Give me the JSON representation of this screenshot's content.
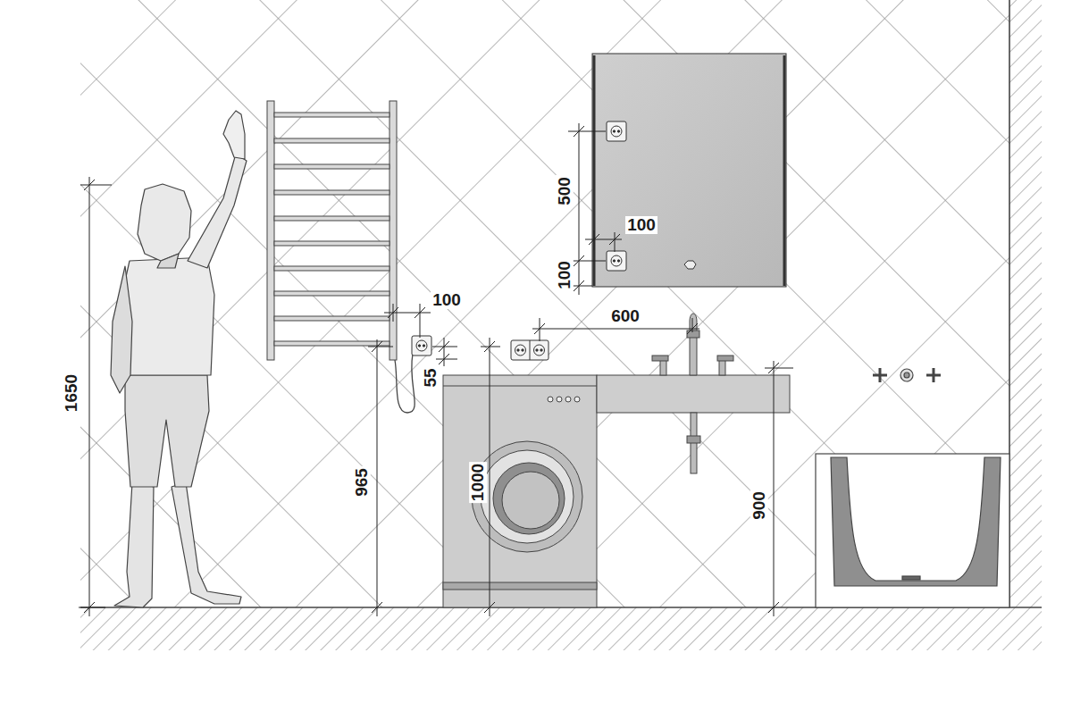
{
  "diagram": {
    "labels": [
      "1650",
      "500",
      "100",
      "100",
      "100",
      "600",
      "55",
      "965",
      "1000",
      "900"
    ]
  }
}
